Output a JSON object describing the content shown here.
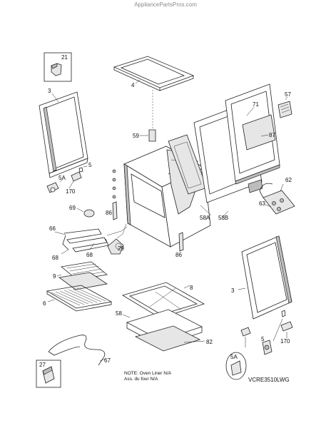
{
  "watermark": "AppliancePartsPros.com",
  "note": {
    "line1": "NOTE: Oven Liner N/A",
    "line2": "Ass. du four N/A"
  },
  "model": "VCRE3510LWG",
  "labels": {
    "p21": "21",
    "p3a": "3",
    "p4": "4",
    "p5a": "5",
    "p5Aa": "5A",
    "p170a": "170",
    "p59": "59",
    "p57": "57",
    "p71": "71",
    "p87": "87",
    "p62": "62",
    "p63": "63",
    "p69": "69",
    "p66": "66",
    "p68a": "68",
    "p68b": "68",
    "p86a": "86",
    "p86b": "86",
    "p58A": "58A",
    "p58B": "58B",
    "p29": "29",
    "p9": "9",
    "p6": "6",
    "p8": "8",
    "p58": "58",
    "p82": "82",
    "p3b": "3",
    "p5b": "5",
    "p5Ab": "5A",
    "p170b": "170",
    "p27": "27",
    "p67": "67"
  }
}
